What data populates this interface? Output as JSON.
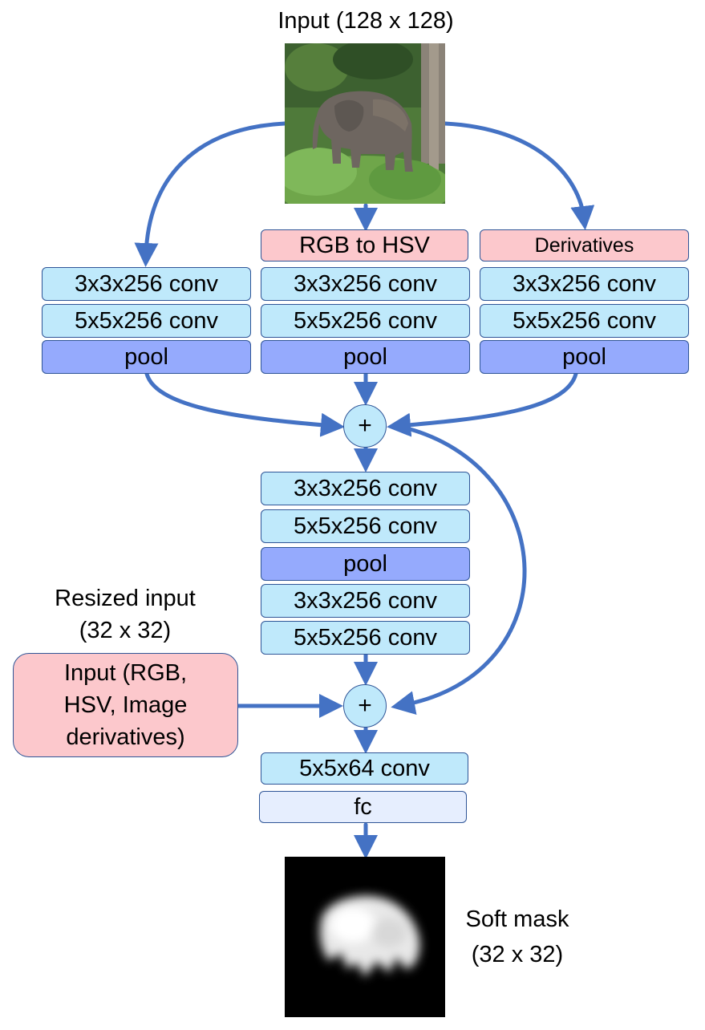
{
  "input_label": "Input (128 x 128)",
  "branches": [
    {
      "pre": "",
      "conv1": "3x3x256 conv",
      "conv2": "5x5x256 conv",
      "pool": "pool"
    },
    {
      "pre": "RGB to HSV",
      "conv1": "3x3x256 conv",
      "conv2": "5x5x256 conv",
      "pool": "pool"
    },
    {
      "pre": "Derivatives",
      "conv1": "3x3x256 conv",
      "conv2": "5x5x256 conv",
      "pool": "pool"
    }
  ],
  "merge_symbol": "+",
  "trunk": [
    "3x3x256 conv",
    "5x5x256 conv",
    "pool",
    "3x3x256 conv",
    "5x5x256 conv"
  ],
  "resized_label": {
    "line1": "Resized input",
    "line2": "(32 x 32)"
  },
  "side_input": {
    "line1": "Input (RGB,",
    "line2": "HSV, Image",
    "line3": "derivatives)"
  },
  "head": {
    "conv": "5x5x64 conv",
    "fc": "fc"
  },
  "output_label": {
    "line1": "Soft mask",
    "line2": "(32 x 32)"
  },
  "colors": {
    "conv": "#bfe9fb",
    "pool": "#95aafd",
    "preprocess": "#fcc8cc",
    "fc": "#e6eefe",
    "arrow": "#4472c4"
  }
}
